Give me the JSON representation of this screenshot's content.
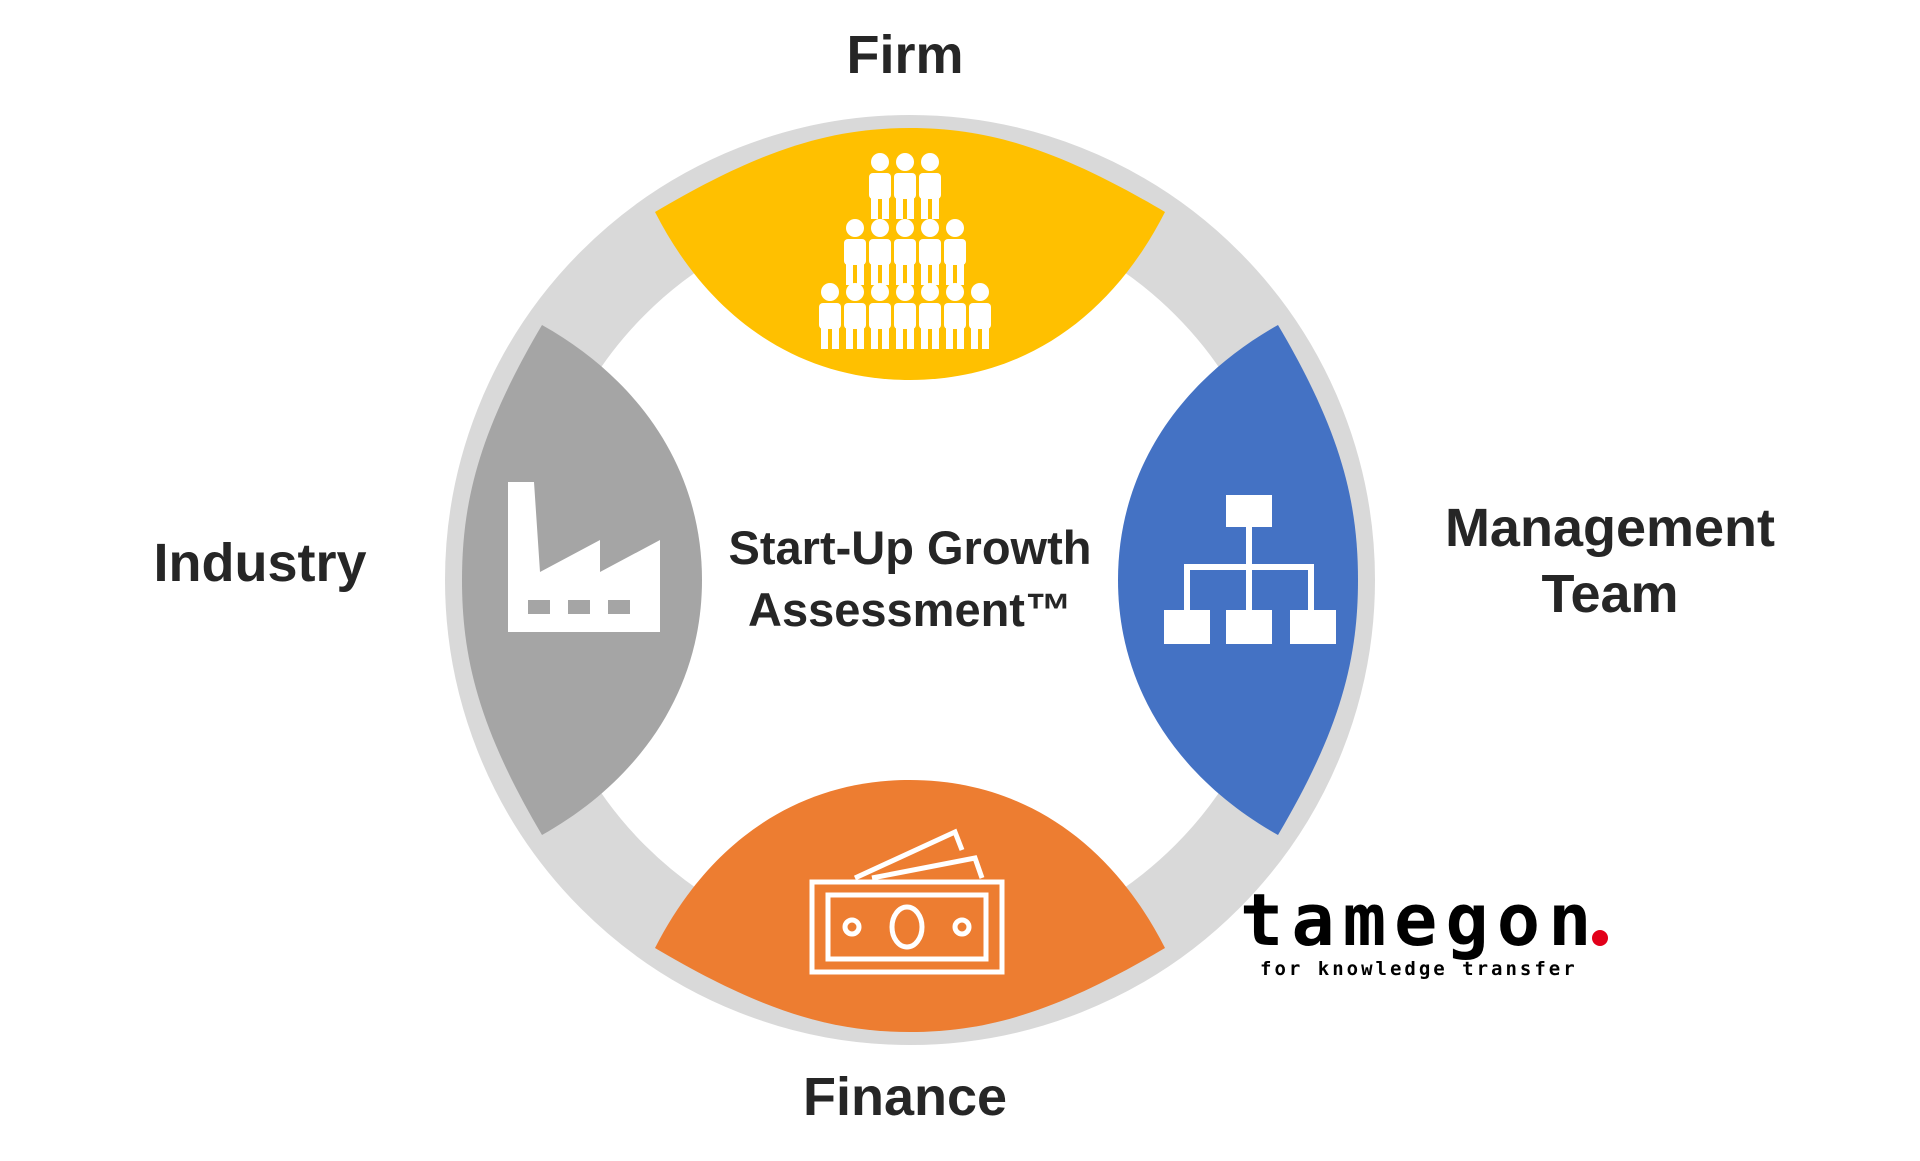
{
  "diagram": {
    "center": [
      "Start-Up Growth",
      "Assessment™"
    ],
    "segments": {
      "top": {
        "label": "Firm",
        "color": "#FFC000",
        "icon": "people-pyramid-icon"
      },
      "right": {
        "label_lines": [
          "Management",
          "Team"
        ],
        "color": "#4472C4",
        "icon": "org-chart-icon"
      },
      "bottom": {
        "label": "Finance",
        "color": "#ED7D31",
        "icon": "banknotes-icon"
      },
      "left": {
        "label": "Industry",
        "color": "#A5A5A5",
        "icon": "factory-icon"
      }
    },
    "ring_color": "#D9D9D9"
  },
  "logo": {
    "wordmark": "tamegon",
    "tagline": "for knowledge transfer",
    "dot_color": "#E2001A"
  }
}
